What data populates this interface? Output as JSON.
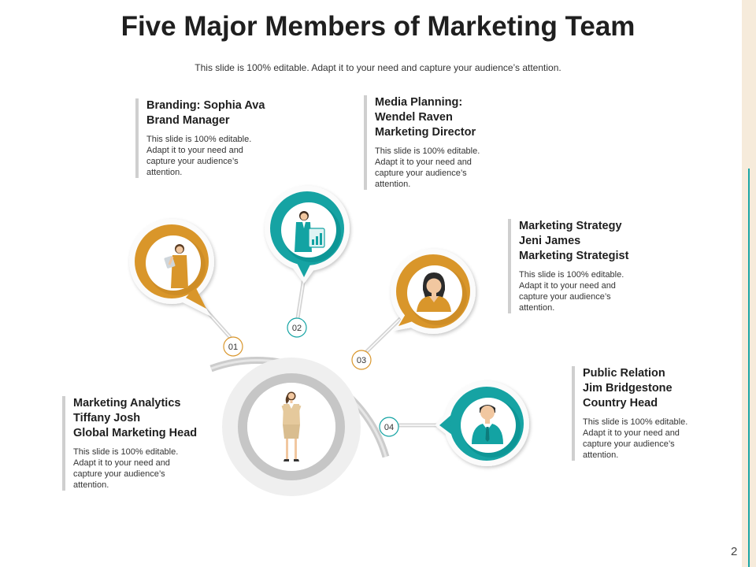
{
  "slide": {
    "title": "Five Major Members of Marketing Team",
    "subtitle": "This slide is 100% editable. Adapt it to your need and capture your audience’s attention.",
    "page_number": "2"
  },
  "colors": {
    "gold": "#d9962b",
    "teal": "#13a3a3",
    "gray_ring": "#c8c8c8",
    "connector": "#d8d8d8"
  },
  "markers": [
    "01",
    "02",
    "03",
    "04"
  ],
  "members": [
    {
      "lines": [
        "Branding: Sophia Ava",
        "Brand Manager"
      ],
      "desc": "This slide is 100% editable. Adapt it to your need and capture your audience’s attention.",
      "icon": "woman-holding-tablet-icon",
      "color": "gold"
    },
    {
      "lines": [
        "Media Planning:",
        "Wendel Raven",
        "Marketing Director"
      ],
      "desc": "This slide is 100% editable. Adapt it to your need and capture your audience’s attention.",
      "icon": "woman-presenting-chart-icon",
      "color": "teal"
    },
    {
      "lines": [
        "Marketing Strategy",
        "Jeni James",
        "Marketing Strategist"
      ],
      "desc": "This slide is 100% editable. Adapt it to your need and capture your audience’s attention.",
      "icon": "woman-avatar-icon",
      "color": "gold"
    },
    {
      "lines": [
        "Public Relation",
        "Jim Bridgestone",
        "Country Head"
      ],
      "desc": "This slide is 100% editable. Adapt it to your need and capture your audience’s attention.",
      "icon": "man-with-tie-icon",
      "color": "teal"
    },
    {
      "lines": [
        "Marketing Analytics",
        "Tiffany Josh",
        "Global Marketing Head"
      ],
      "desc": "This slide is 100% editable. Adapt it to your need and capture your audience’s attention.",
      "icon": "businesswoman-standing-icon",
      "color": "gray_ring"
    }
  ]
}
